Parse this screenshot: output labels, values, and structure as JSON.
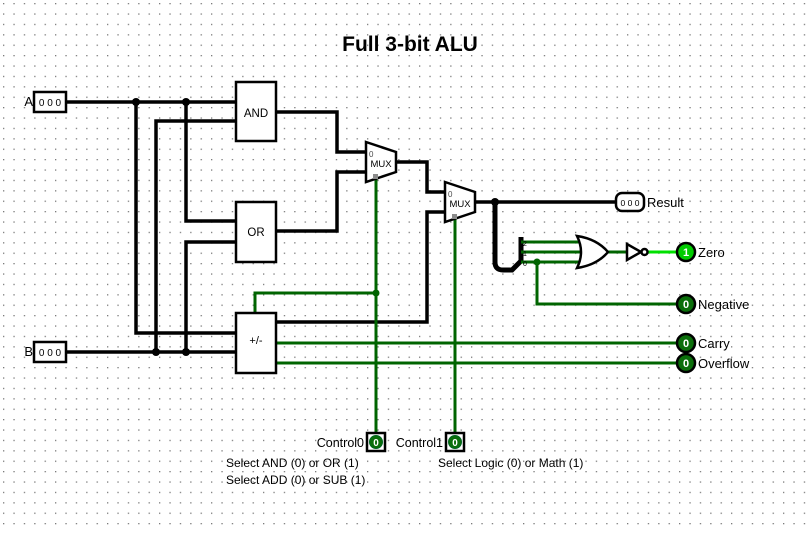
{
  "title": "Full 3-bit ALU",
  "pins": {
    "a": {
      "label": "A",
      "value": "0 0 0"
    },
    "b": {
      "label": "B",
      "value": "0 0 0"
    },
    "control0": {
      "label": "Control0",
      "value": "0"
    },
    "control1": {
      "label": "Control1",
      "value": "0"
    },
    "result": {
      "label": "Result",
      "value": "0 0 0"
    },
    "zero": {
      "label": "Zero",
      "value": "1"
    },
    "negative": {
      "label": "Negative",
      "value": "0"
    },
    "carry": {
      "label": "Carry",
      "value": "0"
    },
    "overflow": {
      "label": "Overflow",
      "value": "0"
    }
  },
  "components": {
    "and_label": "AND",
    "or_label": "OR",
    "addsub_label": "+/-",
    "mux_label": "MUX",
    "mux_zero_port": "0",
    "splitter_bits": [
      "2",
      "1",
      "0"
    ]
  },
  "annotations": {
    "select_and_or": "Select AND (0) or OR (1)",
    "select_add_sub": "Select ADD (0) or SUB (1)",
    "select_logic_math": "Select Logic (0) or Math (1)"
  },
  "colors": {
    "bus": "#000000",
    "wire_low": "#006400",
    "wire_high": "#00e000",
    "pin_high_fill": "#00cc00",
    "pin_low_fill": "#0a6e0a"
  }
}
